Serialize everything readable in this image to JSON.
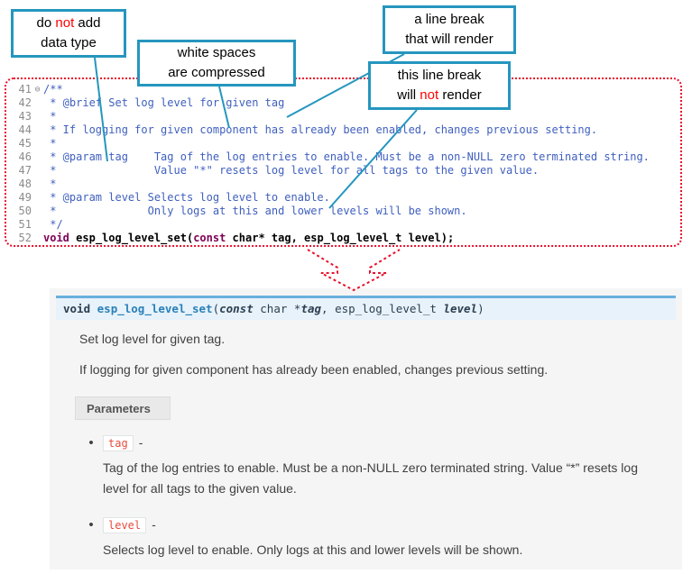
{
  "colors": {
    "callout_teal": "#2596be",
    "annotation_red": "#ff0000",
    "code_border_red": "#e8112d",
    "comment_blue": "#3f5fbf",
    "keyword_maroon": "#7f0055",
    "sig_border_blue": "#6ab0de",
    "sig_bg": "#e7f2fa",
    "docs_bg": "#f5f5f6",
    "param_name_red": "#e74c3c"
  },
  "callouts": [
    {
      "lines": [
        [
          {
            "t": "do "
          },
          {
            "t": "not",
            "red": true
          },
          {
            "t": " add"
          }
        ],
        [
          {
            "t": "data type"
          }
        ]
      ]
    },
    {
      "lines": [
        [
          {
            "t": "white spaces"
          }
        ],
        [
          {
            "t": "are  compressed"
          }
        ]
      ]
    },
    {
      "lines": [
        [
          {
            "t": "a line break"
          }
        ],
        [
          {
            "t": "that will render"
          }
        ]
      ]
    },
    {
      "lines": [
        [
          {
            "t": "this line break"
          }
        ],
        [
          {
            "t": "will "
          },
          {
            "t": "not",
            "red": true
          },
          {
            "t": " render"
          }
        ]
      ]
    }
  ],
  "code": {
    "lines": [
      {
        "n": "41",
        "fold": "⊖",
        "segs": [
          {
            "c": "c",
            "t": "/**"
          }
        ]
      },
      {
        "n": "42",
        "segs": [
          {
            "c": "c",
            "t": " * @brief Set log level for given tag"
          }
        ]
      },
      {
        "n": "43",
        "segs": [
          {
            "c": "c",
            "t": " *"
          }
        ]
      },
      {
        "n": "44",
        "segs": [
          {
            "c": "c",
            "t": " * If logging for given component has already been enabled, changes previous setting."
          }
        ]
      },
      {
        "n": "45",
        "segs": [
          {
            "c": "c",
            "t": " *"
          }
        ]
      },
      {
        "n": "46",
        "segs": [
          {
            "c": "c",
            "t": " * @param tag    Tag of the log entries to enable. Must be a non-NULL zero terminated string."
          }
        ]
      },
      {
        "n": "47",
        "segs": [
          {
            "c": "c",
            "t": " *               Value \"*\" resets log level for all tags to the given value."
          }
        ]
      },
      {
        "n": "48",
        "segs": [
          {
            "c": "c",
            "t": " *"
          }
        ]
      },
      {
        "n": "49",
        "segs": [
          {
            "c": "c",
            "t": " * @param level Selects log level to enable."
          }
        ]
      },
      {
        "n": "50",
        "segs": [
          {
            "c": "c",
            "t": " *              Only logs at this and lower levels will be shown."
          }
        ]
      },
      {
        "n": "51",
        "segs": [
          {
            "c": "c",
            "t": " */"
          }
        ]
      },
      {
        "n": "52",
        "bold": true,
        "segs": [
          {
            "c": "k",
            "t": "void"
          },
          {
            "c": "p",
            "t": " "
          },
          {
            "c": "f",
            "t": "esp_log_level_set"
          },
          {
            "c": "p",
            "t": "("
          },
          {
            "c": "k",
            "t": "const"
          },
          {
            "c": "p",
            "t": " char* tag, esp_log_level_t level);"
          }
        ]
      }
    ]
  },
  "docs": {
    "signature": [
      {
        "c": "kw",
        "t": "void "
      },
      {
        "c": "name",
        "t": "esp_log_level_set"
      },
      {
        "c": "p",
        "t": "("
      },
      {
        "c": "it",
        "t": "const"
      },
      {
        "c": "p",
        "t": "  char *"
      },
      {
        "c": "it",
        "t": "tag"
      },
      {
        "c": "p",
        "t": ", esp_log_level_t "
      },
      {
        "c": "it",
        "t": "level"
      },
      {
        "c": "p",
        "t": ")"
      }
    ],
    "brief": "Set log level for given tag.",
    "description": "If logging for given component has already been enabled, changes previous setting.",
    "parameters_label": "Parameters",
    "bullet": "•",
    "params": [
      {
        "name": "tag",
        "sep": "-",
        "desc": "Tag of the log entries to enable. Must be a non-NULL zero terminated string. Value “*” resets log level for all tags to the given value."
      },
      {
        "name": "level",
        "sep": "-",
        "desc": "Selects log level to enable. Only logs at this and lower levels will be shown."
      }
    ]
  }
}
